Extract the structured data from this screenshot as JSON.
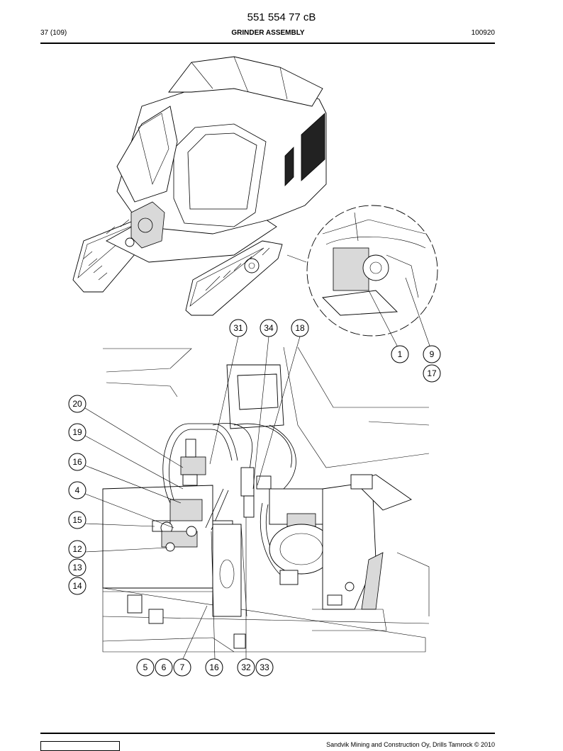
{
  "header": {
    "doc_number": "551 554 77 cB",
    "page": "37 (109)",
    "title": "GRINDER ASSEMBLY",
    "code": "100920"
  },
  "callouts": {
    "c31": "31",
    "c34": "34",
    "c18": "18",
    "c1": "1",
    "c9": "9",
    "c17": "17",
    "c20": "20",
    "c19": "19",
    "c16a": "16",
    "c4": "4",
    "c15": "15",
    "c12": "12",
    "c13": "13",
    "c14": "14",
    "c5": "5",
    "c6": "6",
    "c7": "7",
    "c16b": "16",
    "c32": "32",
    "c33": "33"
  },
  "footer": {
    "copyright": "Sandvik Mining and Construction Oy, Drills Tamrock © 2010"
  }
}
